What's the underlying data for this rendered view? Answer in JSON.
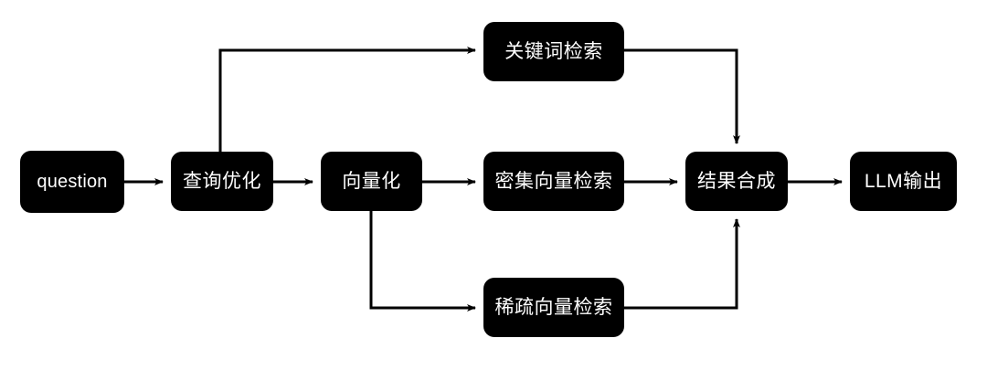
{
  "diagram": {
    "title": "RAG hybrid retrieval flowchart",
    "background_color": "#ffffff",
    "node_fill_color": "#000000",
    "node_text_color": "#ffffff",
    "edge_color": "#000000",
    "nodes": [
      {
        "id": "question",
        "label": "question",
        "script": "latin"
      },
      {
        "id": "query_opt",
        "label": "查询优化",
        "script": "han"
      },
      {
        "id": "vectorize",
        "label": "向量化",
        "script": "han"
      },
      {
        "id": "keyword",
        "label": "关键词检索",
        "script": "han"
      },
      {
        "id": "dense",
        "label": "密集向量检索",
        "script": "han"
      },
      {
        "id": "sparse",
        "label": "稀疏向量检索",
        "script": "han"
      },
      {
        "id": "merge",
        "label": "结果合成",
        "script": "han"
      },
      {
        "id": "llm",
        "label": "LLM输出",
        "script": "han"
      }
    ],
    "edges": [
      {
        "from": "question",
        "to": "query_opt",
        "style": "straight"
      },
      {
        "from": "query_opt",
        "to": "vectorize",
        "style": "straight"
      },
      {
        "from": "query_opt",
        "to": "keyword",
        "style": "orthogonal-up"
      },
      {
        "from": "vectorize",
        "to": "dense",
        "style": "straight"
      },
      {
        "from": "vectorize",
        "to": "sparse",
        "style": "orthogonal-down"
      },
      {
        "from": "keyword",
        "to": "merge",
        "style": "orthogonal-down-into-top"
      },
      {
        "from": "dense",
        "to": "merge",
        "style": "straight"
      },
      {
        "from": "sparse",
        "to": "merge",
        "style": "orthogonal-up-into-bottom"
      },
      {
        "from": "merge",
        "to": "llm",
        "style": "straight"
      }
    ]
  }
}
